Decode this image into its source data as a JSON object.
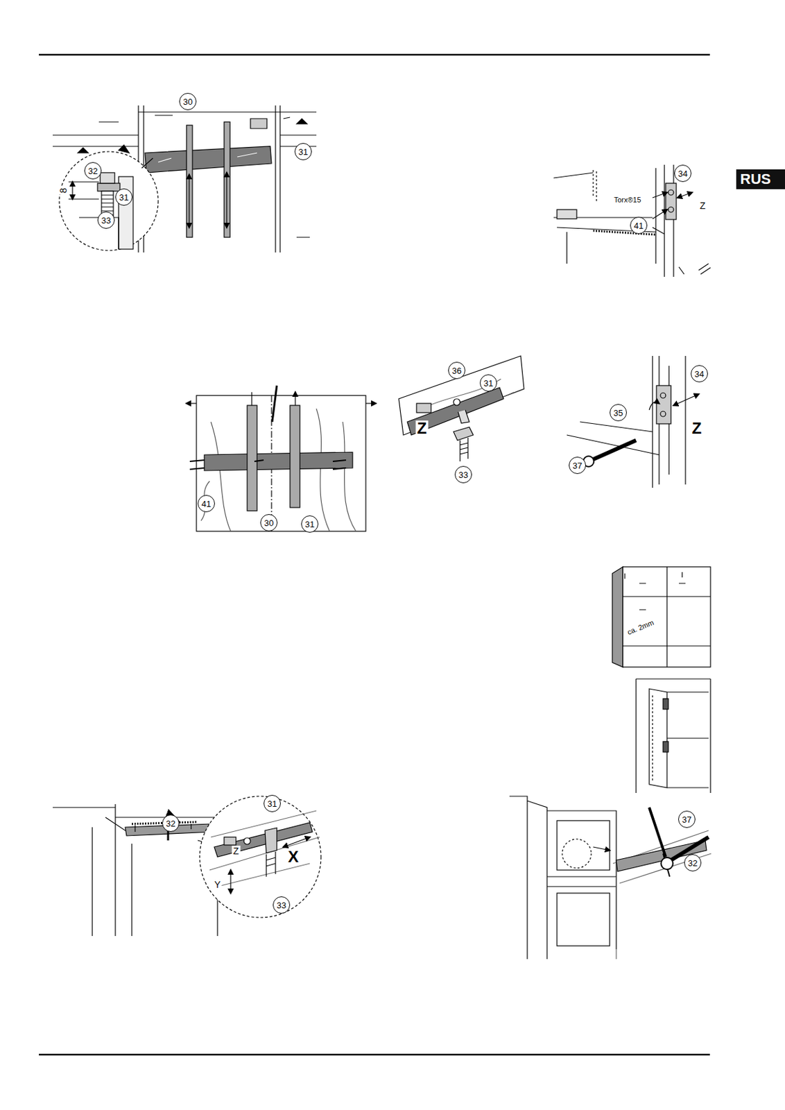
{
  "diagram": {
    "labels": [
      "30",
      "31",
      "32",
      "31",
      "8",
      "33",
      "RUS",
      "34",
      "Torx®15",
      "41",
      "Z",
      "41",
      "30",
      "31",
      "36",
      "31",
      "Z",
      "33",
      "34",
      "35",
      "Z",
      "37",
      "ca. 2mm",
      "32",
      "31",
      "Z",
      "X",
      "Y",
      "33",
      "37",
      "32"
    ]
  }
}
